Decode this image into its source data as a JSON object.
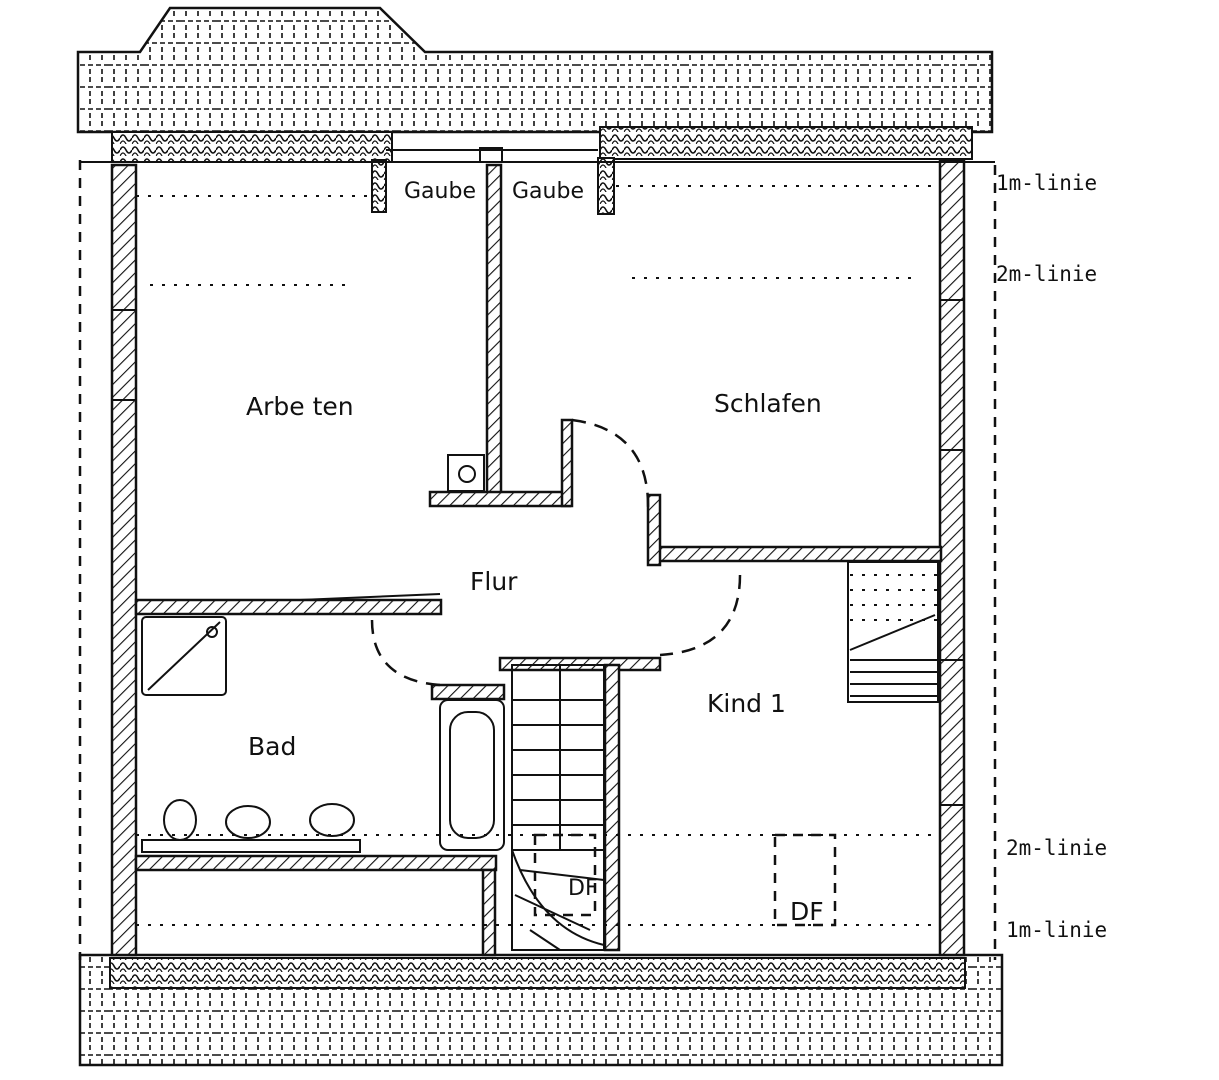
{
  "rooms": {
    "gaube_left": "Gaube",
    "gaube_right": "Gaube",
    "arbeiten": "Arbe ten",
    "schlafen": "Schlafen",
    "flur": "Flur",
    "bad": "Bad",
    "kind": "Kind 1",
    "df_center": "DF",
    "df_right": "DF"
  },
  "side_labels": {
    "top_1m": "1m-linie",
    "top_2m": "2m-linie",
    "bottom_2m": "2m-linie",
    "bottom_1m": "1m-linie"
  }
}
